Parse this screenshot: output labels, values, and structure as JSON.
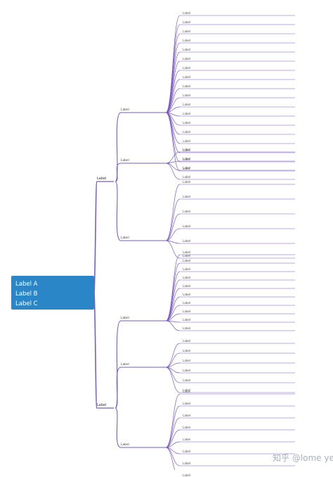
{
  "root": {
    "line1": "Label A",
    "line2": "Label B",
    "line3": "Label C"
  },
  "branches": [
    {
      "label": "Label",
      "children": [
        {
          "label": "Label",
          "leaves": [
            "Label",
            "Label",
            "Label",
            "Label",
            "Label",
            "Label",
            "Label",
            "Label",
            "Label",
            "Label",
            "Label",
            "Label",
            "Label",
            "Label",
            "Label",
            "Label",
            "Label",
            "Label"
          ]
        },
        {
          "label": "Label",
          "leaves": [
            "Label",
            "Label",
            "Label",
            "Label"
          ]
        },
        {
          "label": "Label",
          "leaves": [
            "Label",
            "Label",
            "Label",
            "Label",
            "Label",
            "Label"
          ]
        }
      ]
    },
    {
      "label": "Label",
      "children": [
        {
          "label": "Label",
          "leaves": [
            "Label",
            "Label",
            "Label",
            "Label",
            "Label",
            "Label",
            "Label",
            "Label",
            "Label",
            "Label"
          ]
        },
        {
          "label": "Label",
          "leaves": [
            "Label",
            "Label",
            "Label",
            "Label",
            "Label",
            "Label"
          ]
        },
        {
          "label": "Label",
          "leaves": [
            "Label",
            "Label",
            "Label",
            "Label",
            "Label",
            "Label",
            "Label",
            "Label"
          ]
        }
      ]
    }
  ],
  "watermark": "知乎 @lome yet",
  "colors": {
    "root_bg": "#2b86c8",
    "branch_line": "#7b5cc4",
    "root_text": "#ffffff"
  }
}
